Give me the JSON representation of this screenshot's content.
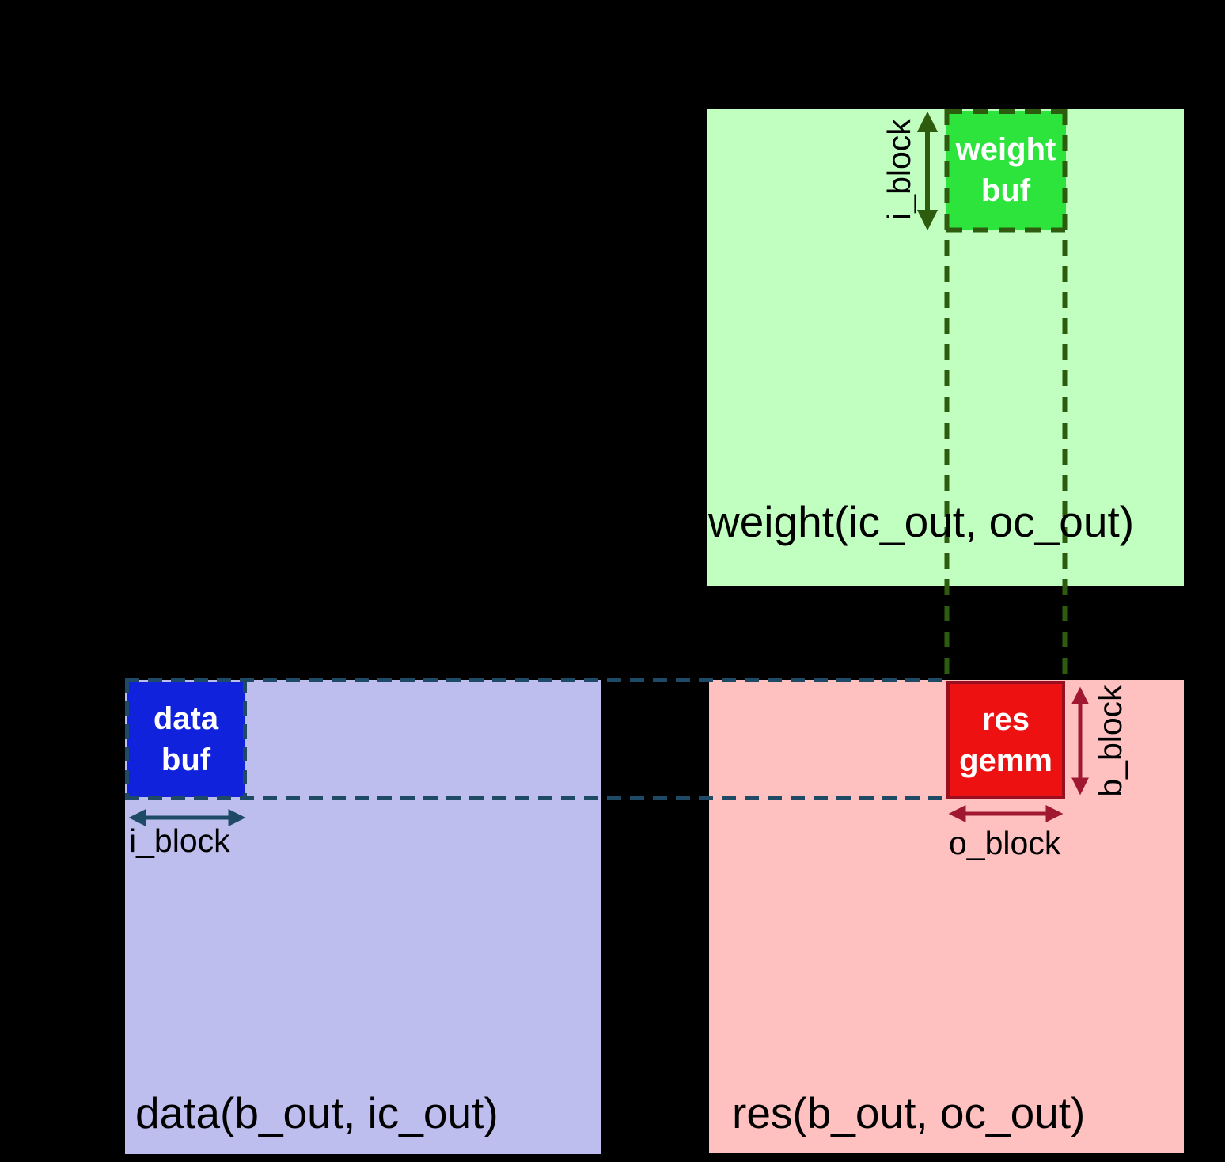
{
  "canvas": {
    "background": "#000000"
  },
  "matrices": {
    "weight": {
      "label": "weight(ic_out, oc_out)",
      "fill": "#c0ffc0"
    },
    "data": {
      "label": "data(b_out, ic_out)",
      "fill": "#bdbdee"
    },
    "res": {
      "label": "res(b_out, oc_out)",
      "fill": "#ffc0c0"
    }
  },
  "buffers": {
    "weight_buf": {
      "line1": "weight",
      "line2": "buf",
      "fill": "#2ce43c",
      "border": "#2e5c0e",
      "text_color": "#ffffff"
    },
    "data_buf": {
      "line1": "data",
      "line2": "buf",
      "fill": "#1122dd",
      "border": "#1e4a66",
      "text_color": "#ffffff"
    },
    "res_gemm": {
      "line1": "res",
      "line2": "gemm",
      "fill": "#ee1111",
      "border": "#990f1f",
      "text_color": "#ffffff"
    }
  },
  "dimensions": {
    "i_block_weight": "i_block",
    "i_block_data": "i_block",
    "o_block": "o_block",
    "b_block": "b_block"
  },
  "colors": {
    "navy": "#1e4a66",
    "dark_green": "#2e5c0e",
    "dark_red": "#a01830",
    "label_text": "#000000"
  }
}
